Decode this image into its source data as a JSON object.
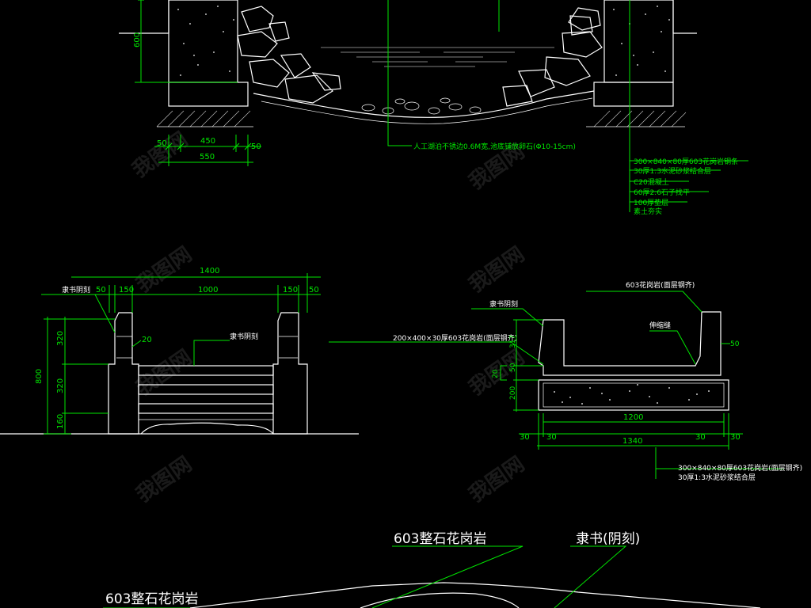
{
  "colors": {
    "background": "#000000",
    "linework": "#ffffff",
    "dimension": "#00e600"
  },
  "top_section": {
    "dim_height": "600",
    "dim_50_left": "50",
    "dim_450": "450",
    "dim_50_right": "50",
    "dim_550": "550",
    "note_bottom": "人工湖泊不锈边0.6M宽,池底铺放卵石(Φ10-15cm)",
    "layers": [
      "300×840×80厚603花岗岩钢条",
      "30厚1:3水泥砂浆结合层",
      "C20混凝土",
      "60厚2:6石子找平",
      "100厚垫层",
      "素土夯实"
    ]
  },
  "elevation": {
    "dim_total": "1400",
    "dim_50_a": "50",
    "dim_150_a": "150",
    "dim_1000": "1000",
    "dim_150_b": "150",
    "dim_50_b": "50",
    "label_left": "隶书阴刻",
    "label_center": "隶书阴刻",
    "dim_20": "20",
    "dim_320_a": "320",
    "dim_320_b": "320",
    "dim_160": "160",
    "dim_800": "800"
  },
  "section": {
    "label_top": "603花岗岩(面层钢齐)",
    "label_left": "隶书阴刻",
    "label_joint": "伸缩缝",
    "label_block": "200×400×30厚603花岗岩(面层钢齐)",
    "dim_317": "317",
    "dim_50_l": "50",
    "dim_50_r": "50",
    "dim_20": "20",
    "dim_200": "200",
    "dim_1200": "1200",
    "dim_30_a": "30",
    "dim_30_b": "30",
    "dim_30_c": "30",
    "dim_30_d": "30",
    "dim_1340": "1340",
    "note_1": "300×840×80厚603花岗岩(面层钢齐)",
    "note_2": "30厚1:3水泥砂浆结合层"
  },
  "bottom": {
    "label_a": "603整石花岗岩",
    "label_b": "隶书(阴刻)",
    "label_c": "603整石花岗岩"
  },
  "watermark": "我图网"
}
